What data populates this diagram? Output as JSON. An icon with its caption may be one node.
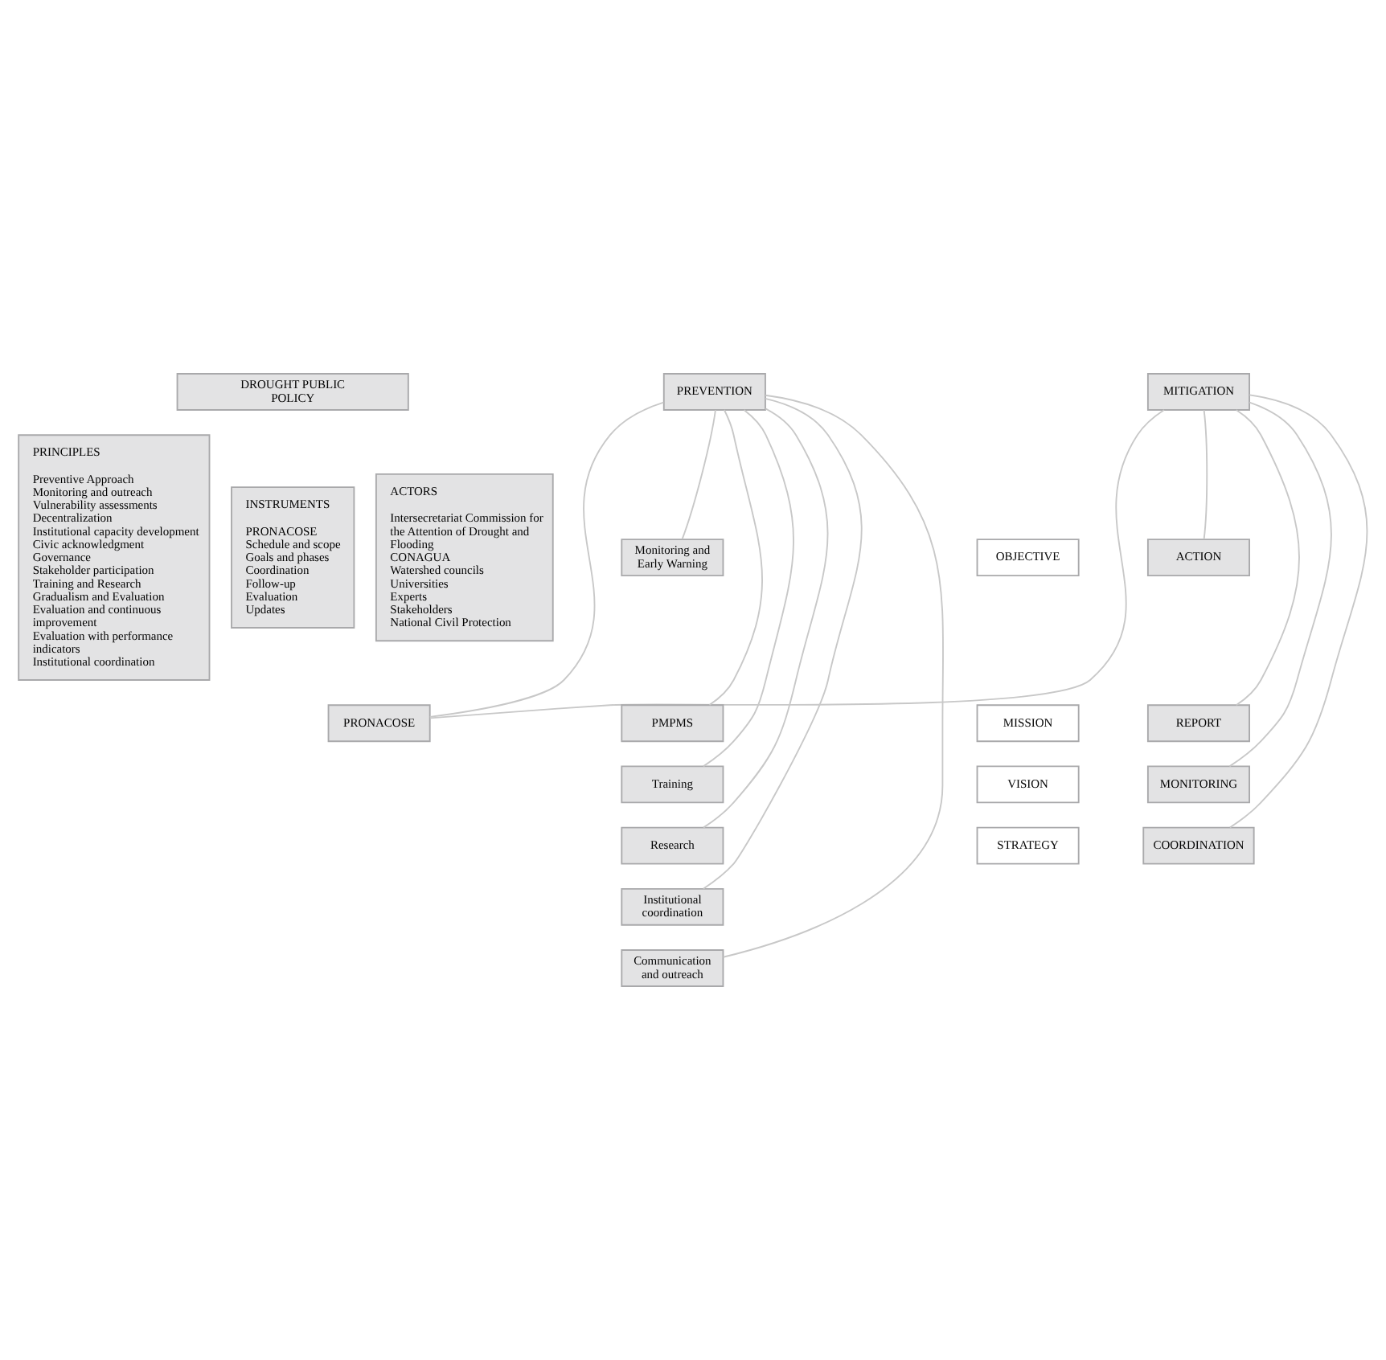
{
  "diagram": {
    "nodes": [
      {
        "text": [
          "DROUGHT PUBLIC POLICY"
        ]
      },
      {
        "text": [
          "PRINCIPLES",
          "Preventive Approach",
          "Monitoring and outreach",
          "Vulnerability assessments",
          "Decentralization",
          "Institutional capacity development",
          "Civic acknowledgment",
          "Governance",
          "Stakeholder participation",
          "Training and Research",
          "Gradualism and Evaluation",
          "Evaluation and continuous improvement",
          "Evaluation with performance indicators",
          "Institutional coordination"
        ]
      },
      {
        "text": [
          "INSTRUMENTS",
          "PRONACOSE",
          "Schedule and scope",
          "Goals and phases",
          "Coordination",
          "Follow-up",
          "Evaluation",
          "Updates"
        ]
      },
      {
        "text": [
          "ACTORS",
          "Intersecretariat Commission for the Attention of Drought and Flooding",
          "CONAGUA",
          "Watershed councils",
          "Universities",
          "Experts",
          "Stakeholders",
          "National Civil Protection"
        ]
      },
      {
        "text": [
          "PRONACOSE"
        ]
      },
      {
        "text": [
          "PREVENTION"
        ]
      },
      {
        "text": [
          "MITIGATION"
        ]
      },
      {
        "text": [
          "Monitoring and Early Warning"
        ]
      },
      {
        "text": [
          "PMPMS"
        ]
      },
      {
        "text": [
          "Training"
        ]
      },
      {
        "text": [
          "Research"
        ]
      },
      {
        "text": [
          "Institutional coordination"
        ]
      },
      {
        "text": [
          "Communication and outreach"
        ]
      },
      {
        "text": [
          "ACTION"
        ]
      },
      {
        "text": [
          "REPORT"
        ]
      },
      {
        "text": [
          "MONITORING"
        ]
      },
      {
        "text": [
          "COORDINATION"
        ]
      },
      {
        "text": [
          "OBJECTIVE"
        ]
      },
      {
        "text": [
          "MISSION"
        ]
      },
      {
        "text": [
          "VISION"
        ]
      },
      {
        "text": [
          "STRATEGY"
        ]
      }
    ],
    "edges": [
      {
        "from": 4,
        "to": 5,
        "arrow": "none"
      },
      {
        "from": 4,
        "to": 6,
        "arrow": "none"
      },
      {
        "from": 5,
        "to": 7,
        "arrow": "none"
      },
      {
        "from": 5,
        "to": 8,
        "arrow": "none"
      },
      {
        "from": 5,
        "to": 9,
        "arrow": "none"
      },
      {
        "from": 5,
        "to": 10,
        "arrow": "none"
      },
      {
        "from": 5,
        "to": 11,
        "arrow": "none"
      },
      {
        "from": 5,
        "to": 12,
        "arrow": "none"
      },
      {
        "from": 6,
        "to": 13,
        "arrow": "none"
      },
      {
        "from": 6,
        "to": 14,
        "arrow": "none"
      },
      {
        "from": 6,
        "to": 15,
        "arrow": "none"
      },
      {
        "from": 6,
        "to": 16,
        "arrow": "none"
      }
    ]
  }
}
